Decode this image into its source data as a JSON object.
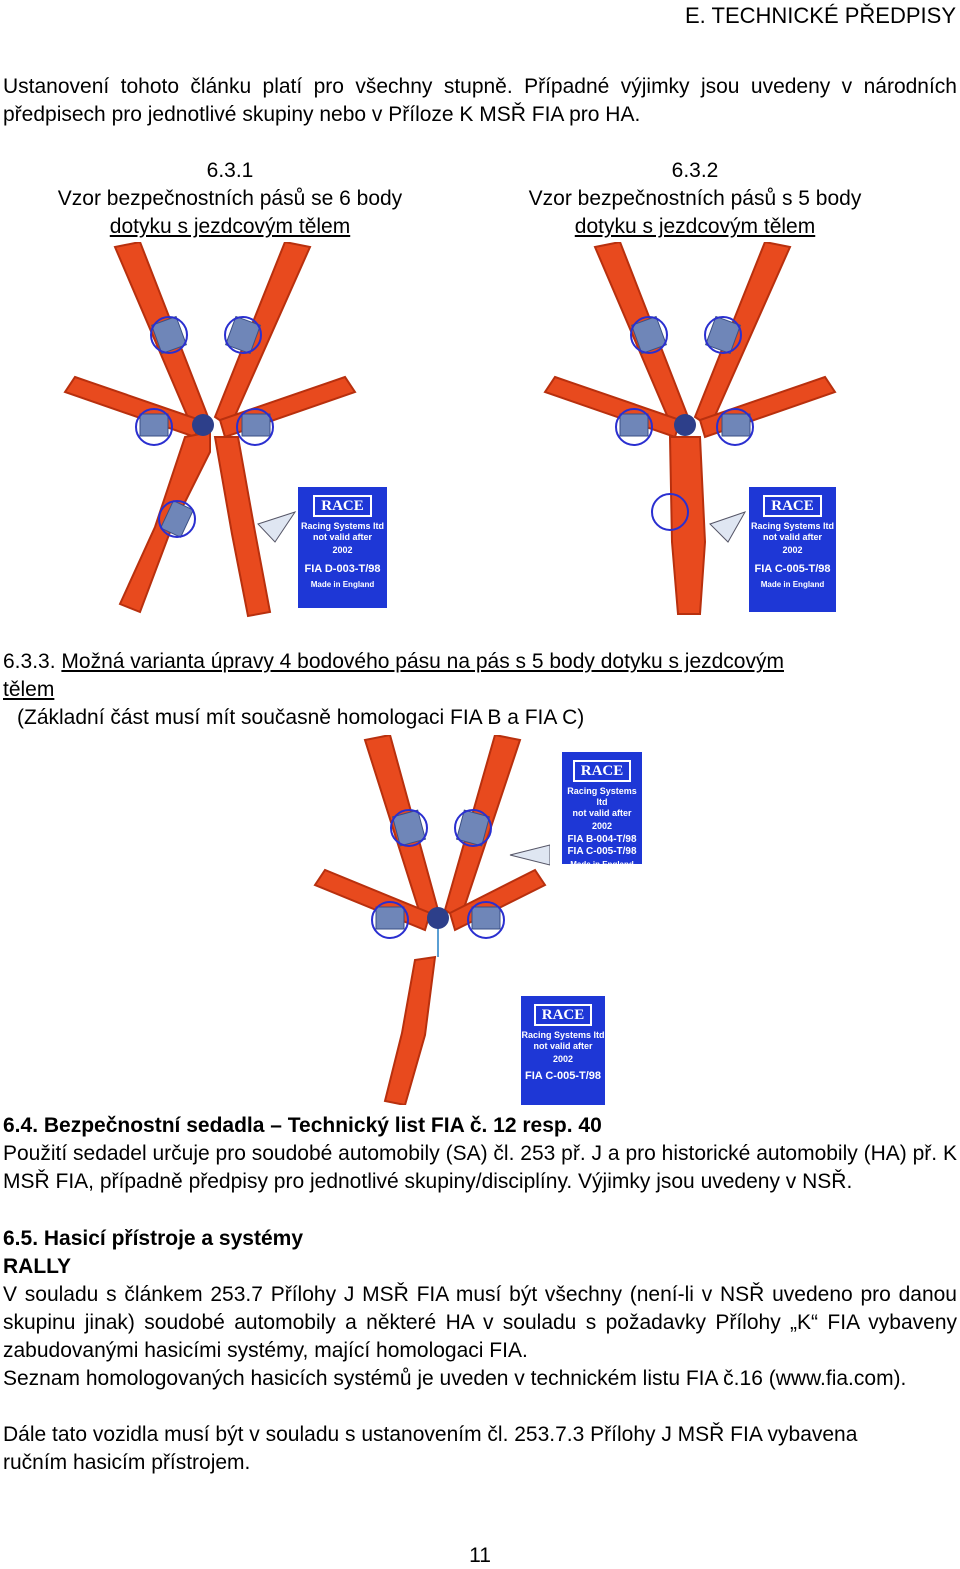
{
  "header": "E. TECHNICKÉ PŘEDPISY",
  "intro": "Ustanovení tohoto článku platí pro všechny stupně. Případné výjimky jsou uvedeny v národních předpisech pro jednotlivé skupiny nebo v Příloze K MSŘ FIA pro HA.",
  "fig1": {
    "num": "6.3.1",
    "line1": "Vzor bezpečnostních pásů se 6 body",
    "line2": "dotyku s jezdcovým tělem",
    "label": {
      "race": "RACE",
      "l1": "Racing Systems ltd",
      "l2": "not valid after",
      "year": "2002",
      "code1": "FIA D-003-T/98",
      "code2": "",
      "made": "Made in England"
    }
  },
  "fig2": {
    "num": "6.3.2",
    "line1": "Vzor bezpečnostních pásů s 5 body",
    "line2": "dotyku s jezdcovým tělem",
    "label": {
      "race": "RACE",
      "l1": "Racing Systems ltd",
      "l2": "not valid after",
      "year": "2002",
      "code1": "FIA C-005-T/98",
      "code2": "",
      "made": "Made in England"
    }
  },
  "sec633": {
    "num": "6.3.3.",
    "title": "Možná varianta úpravy 4 bodového pásu na pás s 5 body dotyku s jezdcovým",
    "title2": "tělem",
    "note": "(Základní část musí mít současně homologaci FIA B a FIA C)",
    "label1": {
      "race": "RACE",
      "l1": "Racing Systems ltd",
      "l2": "not valid after",
      "year": "2002",
      "code1": "FIA B-004-T/98",
      "code2": "FIA C-005-T/98",
      "made": "Made in England"
    },
    "label2": {
      "race": "RACE",
      "l1": "Racing Systems ltd",
      "l2": "not valid after",
      "year": "2002",
      "code1": "FIA C-005-T/98",
      "code2": "",
      "made": ""
    }
  },
  "sec64": {
    "heading": "6.4. Bezpečnostní sedadla – Technický list FIA č. 12 resp. 40",
    "text": "Použití sedadel určuje pro soudobé automobily (SA) čl. 253 př. J a pro historické automobily (HA) př. K MSŘ FIA, případně předpisy pro jednotlivé skupiny/disciplíny. Výjimky jsou uvedeny v NSŘ."
  },
  "sec65": {
    "heading": "6.5. Hasicí přístroje a systémy",
    "sub": "RALLY",
    "p1": "V souladu s článkem 253.7 Přílohy J MSŘ FIA musí být všechny (není-li v NSŘ uvedeno pro danou skupinu jinak) soudobé automobily a některé HA v souladu s požadavky Přílohy „K“ FIA vybaveny zabudovanými hasicími systémy, mající homologaci FIA.",
    "p2": "Seznam homologovaných hasicích systémů je uveden v technickém listu FIA č.16 (www.fia.com).",
    "p3": "Dále tato vozidla musí být v souladu s ustanovením čl. 253.7.3 Přílohy J MSŘ FIA vybavena ručním hasicím přístrojem."
  },
  "page_number": "11",
  "colors": {
    "strap": "#e84a1e",
    "strap_dark": "#b8300e",
    "pad": "#6f86b8",
    "circle": "#2a2fd0",
    "label_bg": "#1e37d6",
    "buckle": "#2d3f8a"
  }
}
